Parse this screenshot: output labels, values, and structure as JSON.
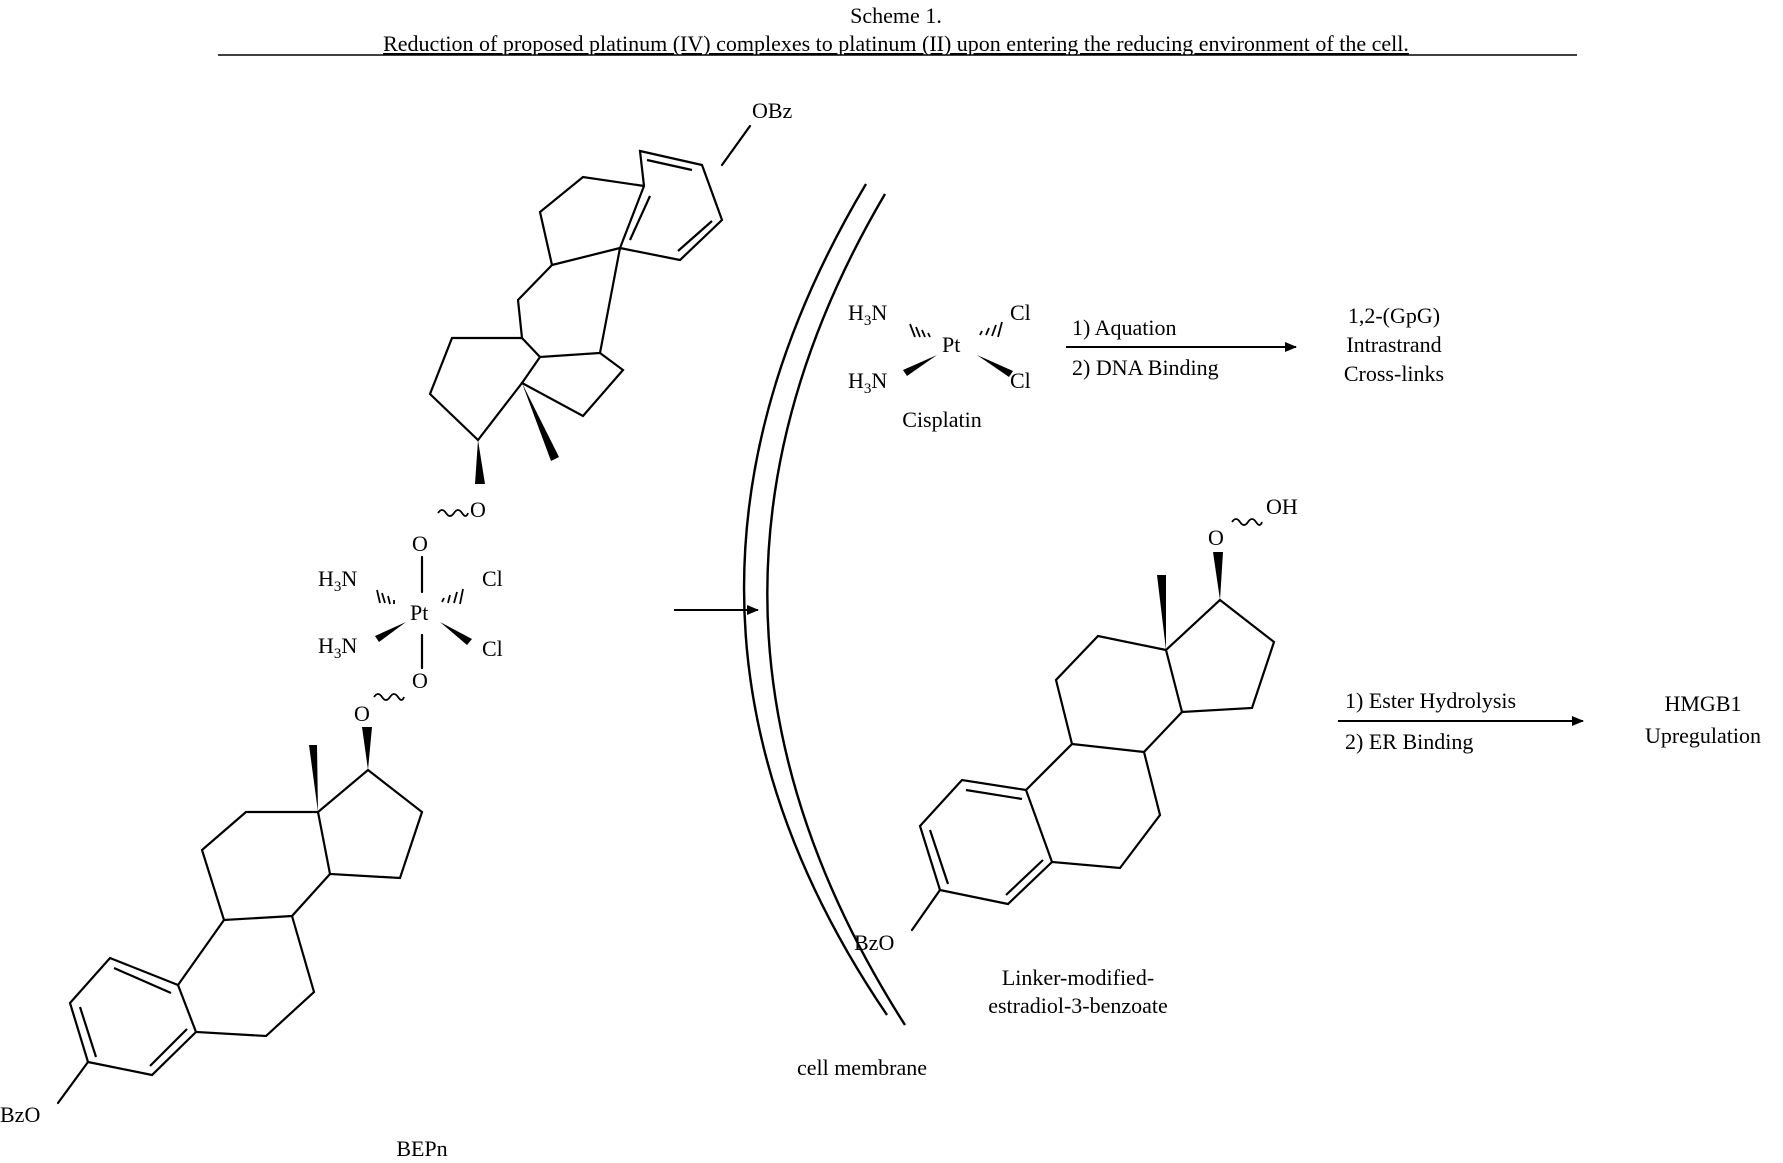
{
  "scheme": {
    "number": "Scheme 1.",
    "title": "Reduction of proposed platinum (IV) complexes to platinum (II) upon entering the reducing environment of the cell."
  },
  "pt4_complex": {
    "name": "BEPn",
    "top_substituent": "OBz",
    "bottom_substituent": "BzO",
    "ligand_upper_left": "H3N",
    "ligand_lower_left": "H3N",
    "ligand_upper_right": "Cl",
    "ligand_lower_right": "Cl",
    "metal": "Pt",
    "oxygen": "O"
  },
  "membrane": {
    "label": "cell membrane"
  },
  "cisplatin": {
    "name": "Cisplatin",
    "metal": "Pt",
    "ligand_upper_left": "H3N",
    "ligand_lower_left": "H3N",
    "ligand_upper_right": "Cl",
    "ligand_lower_right": "Cl",
    "step1": "1) Aquation",
    "step2": "2) DNA Binding",
    "product_line1": "1,2-(GpG)",
    "product_line2": "Intrastrand",
    "product_line3": "Cross-links"
  },
  "estradiol": {
    "name_line1": "Linker-modified-",
    "name_line2": "estradiol-3-benzoate",
    "hydroxyl": "OH",
    "ester": "BzO",
    "oxygen": "O",
    "step1": "1) Ester Hydrolysis",
    "step2": "2) ER Binding",
    "product_line1": "HMGB1",
    "product_line2": "Upregulation"
  }
}
